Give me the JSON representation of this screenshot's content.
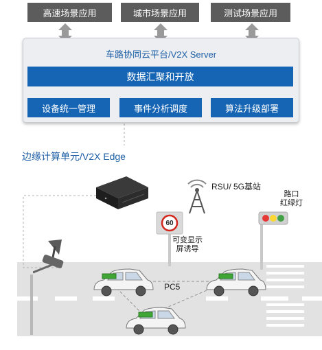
{
  "scenarios": [
    "高速场景应用",
    "城市场景应用",
    "测试场景应用"
  ],
  "platform": {
    "title": "车路协同云平台/V2X Server",
    "main_bar": "数据汇聚和开放",
    "functions": [
      "设备统一管理",
      "事件分析调度",
      "算法升级部署"
    ]
  },
  "edge_label": "边缘计算单元/V2X Edge",
  "rsu_label": "RSU/ 5G基站",
  "traffic_light_label": "路口\n红绿灯",
  "sign": {
    "label": "可变显示\n屏诱导",
    "speed": "60"
  },
  "pc5_label": "PC5",
  "colors": {
    "accent": "#1565b4",
    "scenario_bg": "#5c5c5c",
    "road": "#e0e0e0",
    "obu": "#3fa535"
  }
}
